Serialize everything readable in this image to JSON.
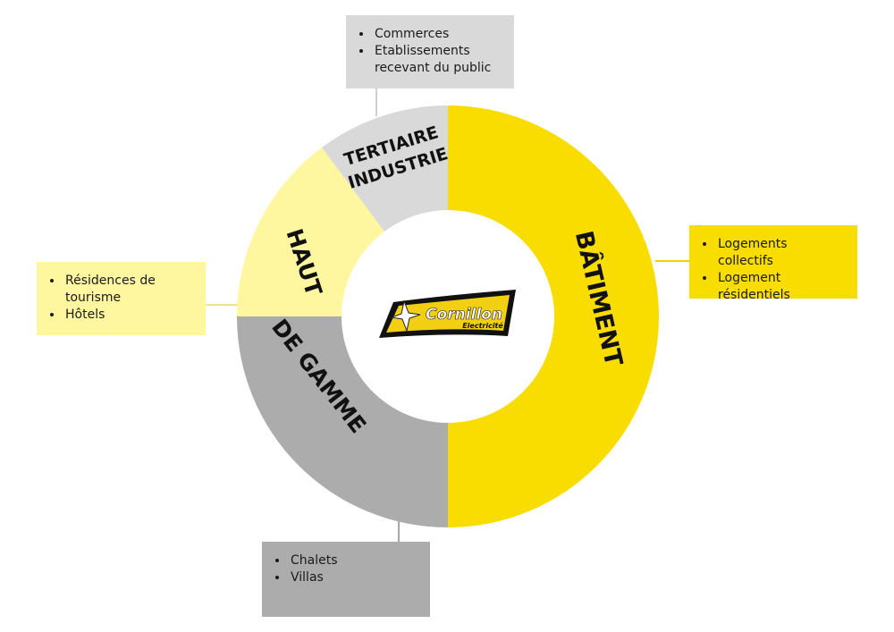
{
  "segments": [
    {
      "id": "batiment",
      "label": "BÂTIMENT",
      "color": "#f9dc00"
    },
    {
      "id": "tertiaire",
      "label_lines": [
        "TERTIAIRE",
        "INDUSTRIE"
      ],
      "color": "#d9d9d9"
    },
    {
      "id": "haut-gamme",
      "label_lines": [
        "HAUT",
        "DE GAMME"
      ],
      "colors": [
        "#fff6a0",
        "#acacac"
      ]
    }
  ],
  "logo": {
    "brand": "Cornillon",
    "sub": "Electricité"
  },
  "boxes": {
    "tertiaire": {
      "items": [
        "Commerces",
        "Etablissements recevant du public"
      ]
    },
    "batiment": {
      "items": [
        "Logements collectifs",
        "Logement résidentiels"
      ]
    },
    "haut_gamme_top": {
      "items": [
        "Résidences de tourisme",
        "Hôtels"
      ]
    },
    "haut_gamme_bottom": {
      "items": [
        "Chalets",
        "Villas"
      ]
    }
  }
}
